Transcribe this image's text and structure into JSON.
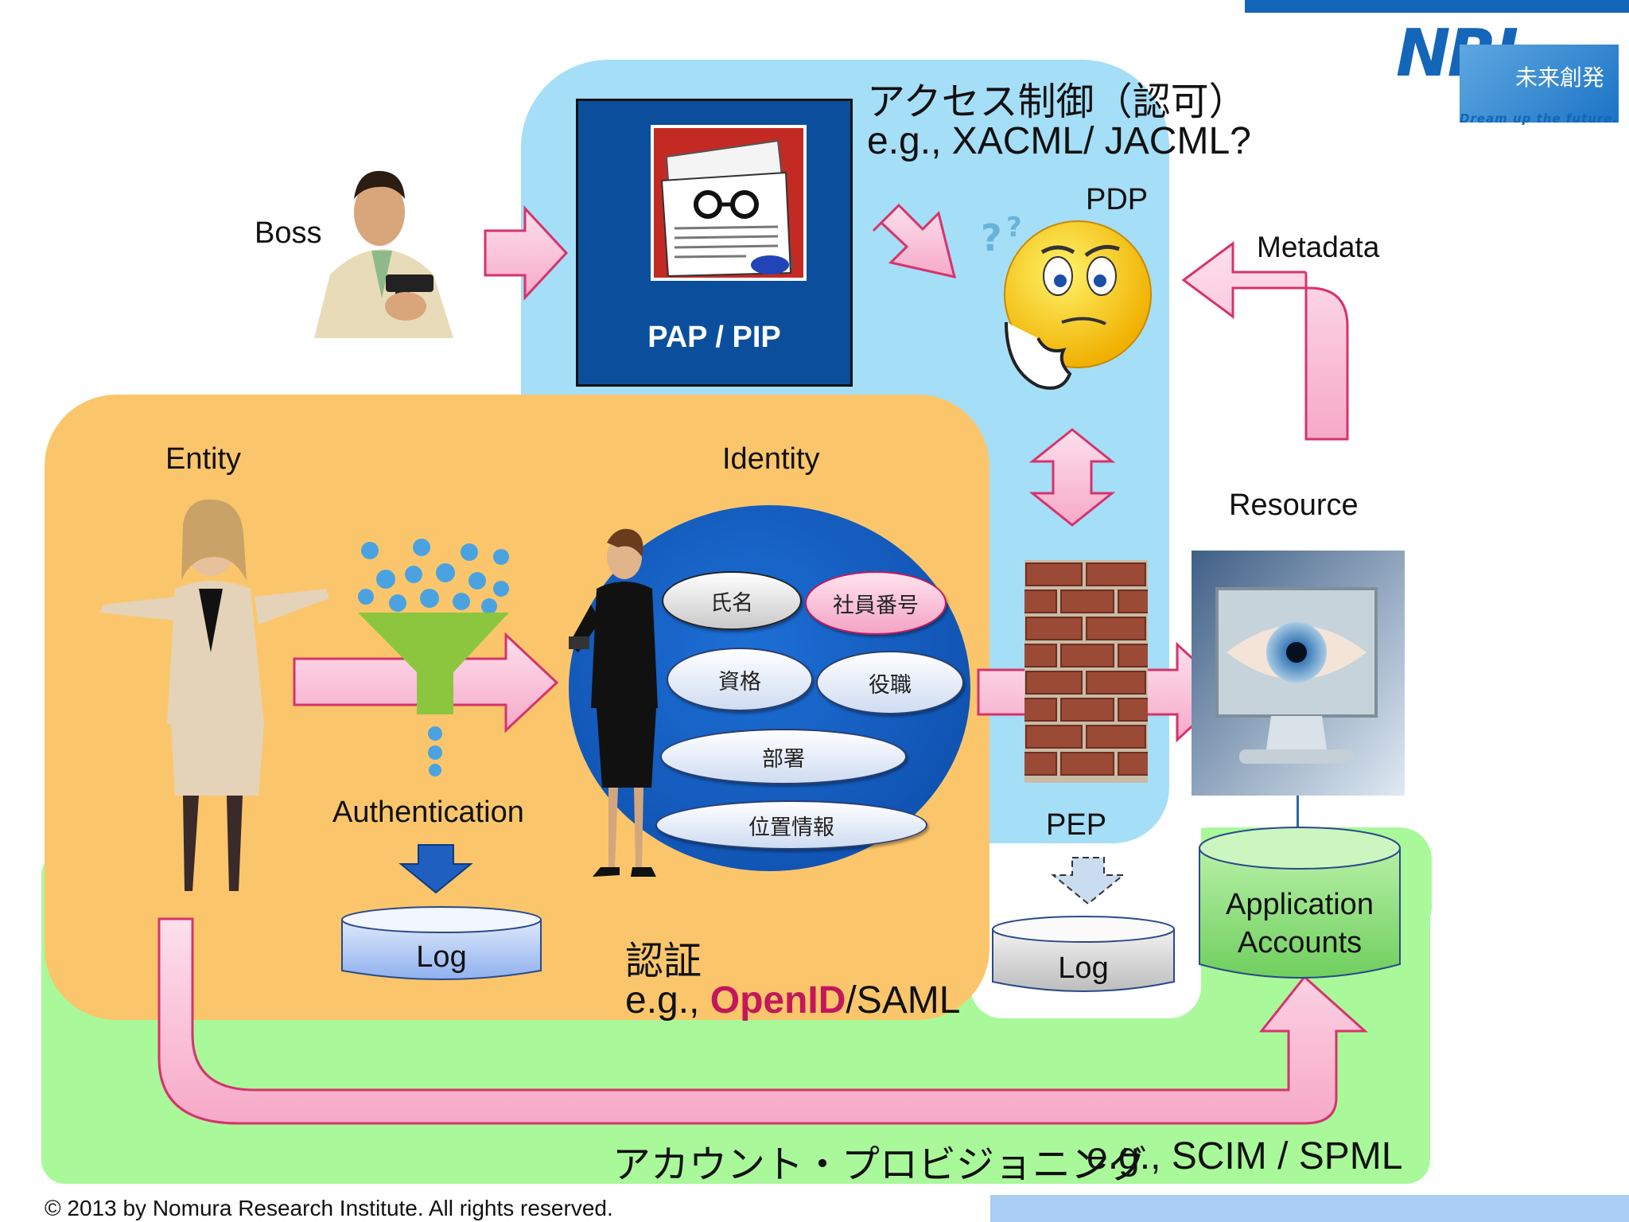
{
  "header": {
    "logo_text": "NRI",
    "logo_jp": "未来創発",
    "tagline": "Dream up the future."
  },
  "access_control": {
    "title_jp": "アクセス制御（認可）",
    "example": "e.g., XACML/ JACML?"
  },
  "labels": {
    "boss": "Boss",
    "pap_pip": "PAP / PIP",
    "pdp": "PDP",
    "metadata": "Metadata",
    "entity": "Entity",
    "identity": "Identity",
    "resource": "Resource",
    "authentication": "Authentication",
    "pep": "PEP",
    "log_auth": "Log",
    "log_pep": "Log",
    "app_accounts_1": "Application",
    "app_accounts_2": "Accounts"
  },
  "identity_attributes": [
    "氏名",
    "社員番号",
    "資格",
    "役職",
    "部署",
    "位置情報"
  ],
  "authentication_section": {
    "title_jp": "認証",
    "example_prefix": "e.g., ",
    "example_highlight": "OpenID",
    "example_suffix": "/SAML"
  },
  "provisioning": {
    "title_jp": "アカウント・プロビジョニング",
    "example": "e.g., SCIM / SPML"
  },
  "footer": {
    "copyright": "© 2013 by Nomura Research Institute. All rights reserved."
  },
  "colors": {
    "blue_region": "#a5def7",
    "orange_region": "#fbc66b",
    "green_region": "#a9f99a",
    "arrow_pink": "#f8bfd6",
    "arrow_border": "#d6336c",
    "nri_blue": "#1466b8",
    "openid_red": "#c2185b"
  }
}
